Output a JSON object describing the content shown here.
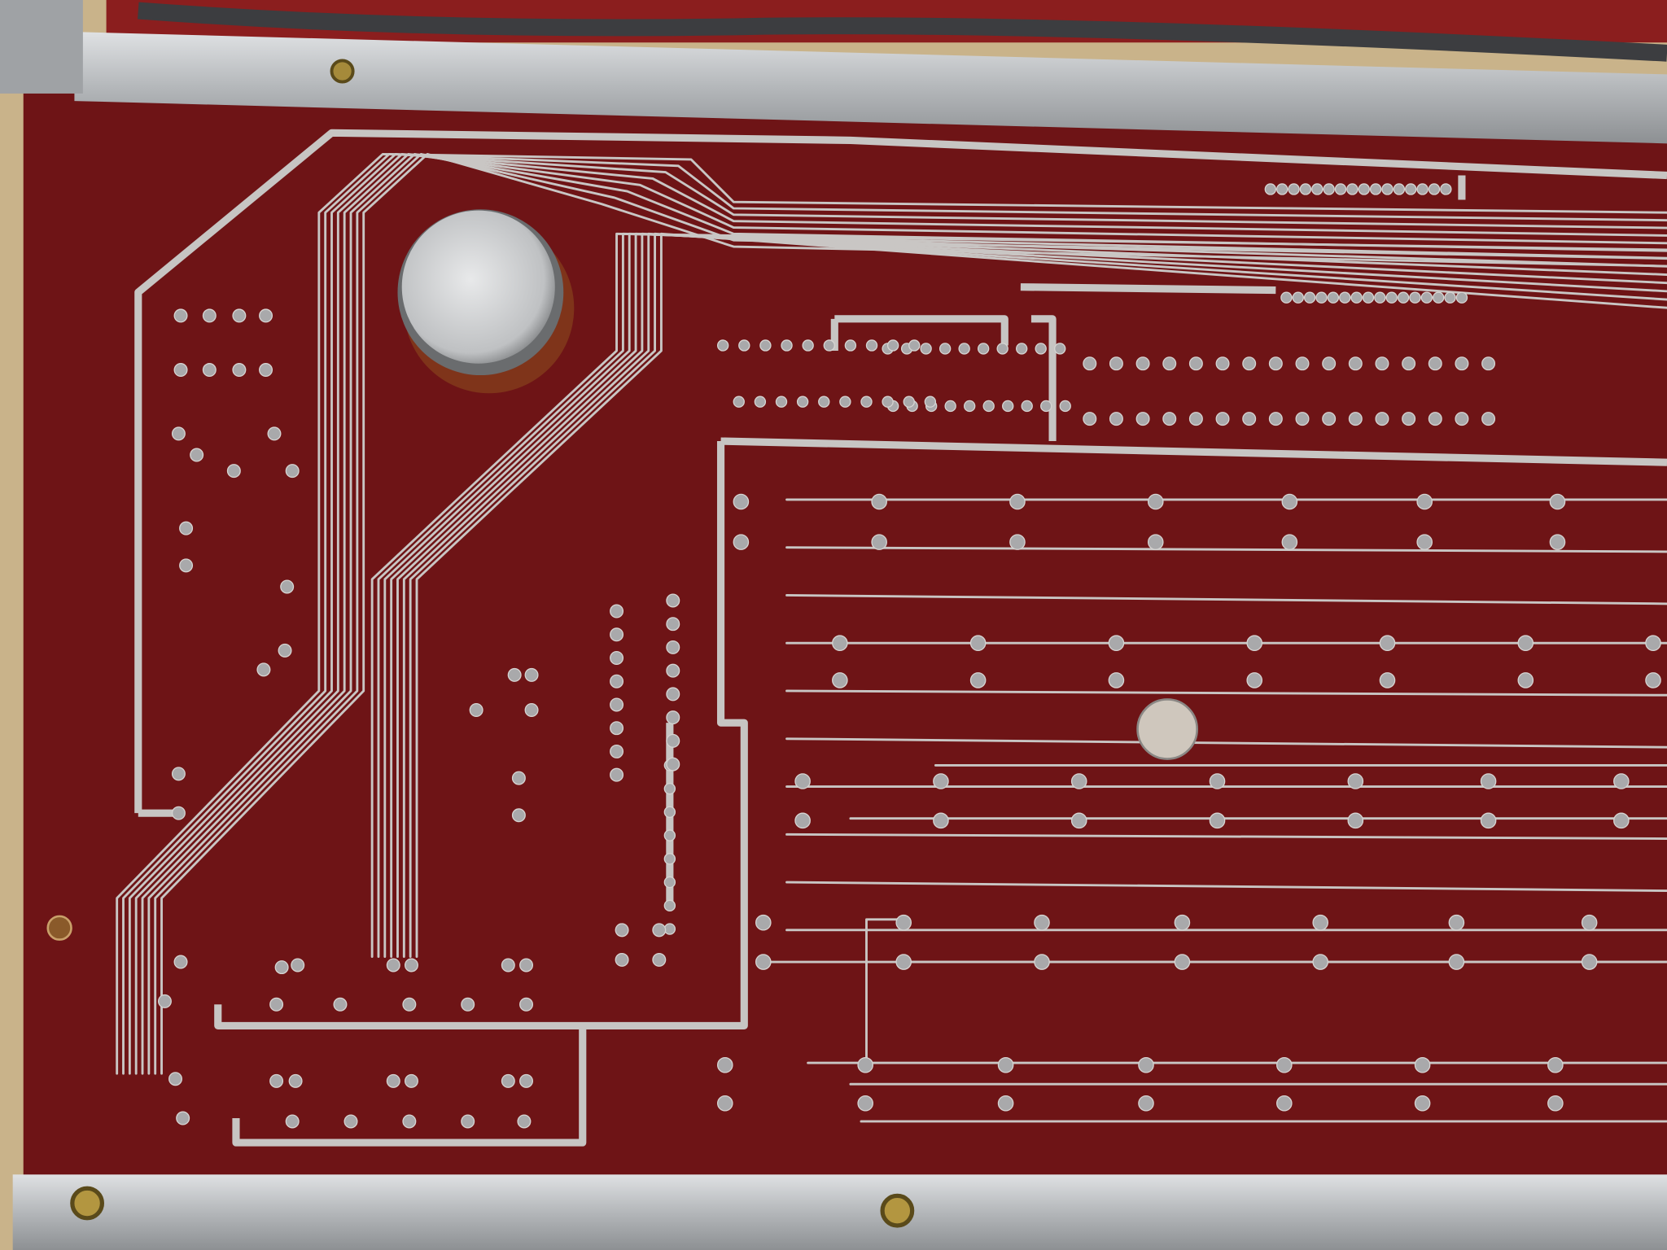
{
  "colors": {
    "board": "#6e1416",
    "board_edge": "#5a0f10",
    "trace": "#c9c6c4",
    "frame": "#b9bcbf",
    "background": "#c9b38a"
  },
  "scene": {
    "subject_label": "circuit-board-underside",
    "components": [
      "metal-can-component",
      "round-pad-component",
      "aluminium-frame",
      "mounting-screws"
    ]
  }
}
